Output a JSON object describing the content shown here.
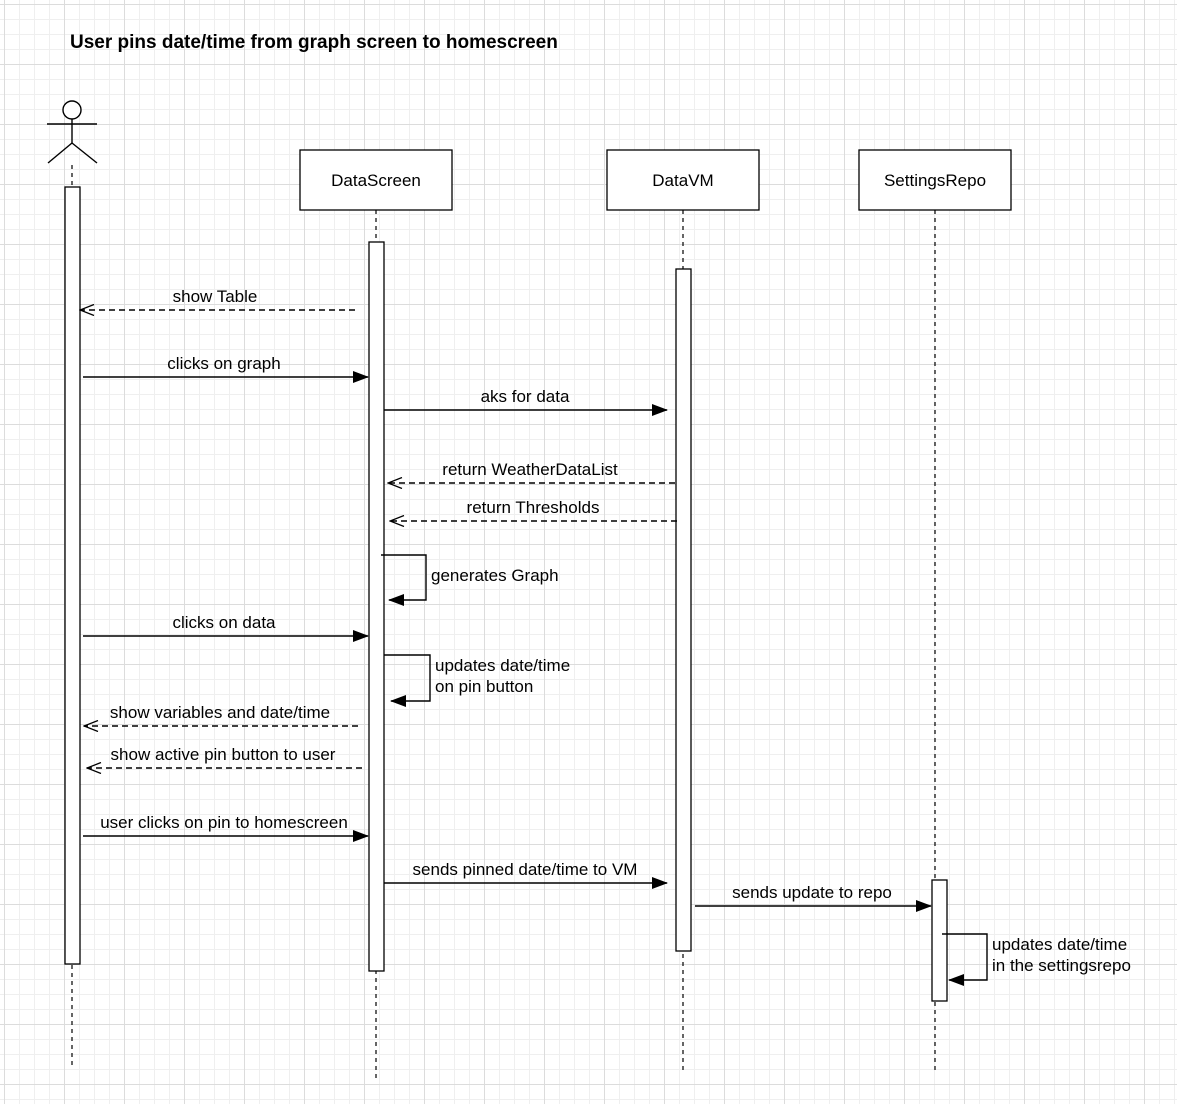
{
  "title": "User pins date/time from graph screen to homescreen",
  "participants": [
    {
      "id": "user",
      "kind": "actor",
      "label": ""
    },
    {
      "id": "datascreen",
      "kind": "object",
      "label": "DataScreen"
    },
    {
      "id": "datavm",
      "kind": "object",
      "label": "DataVM"
    },
    {
      "id": "settingsrepo",
      "kind": "object",
      "label": "SettingsRepo"
    }
  ],
  "messages": [
    {
      "from": "datascreen",
      "to": "user",
      "type": "return",
      "label": "show Table"
    },
    {
      "from": "user",
      "to": "datascreen",
      "type": "sync",
      "label": "clicks on graph"
    },
    {
      "from": "datascreen",
      "to": "datavm",
      "type": "sync",
      "label": "aks for data"
    },
    {
      "from": "datavm",
      "to": "datascreen",
      "type": "return",
      "label": "return WeatherDataList"
    },
    {
      "from": "datavm",
      "to": "datascreen",
      "type": "return",
      "label": "return Thresholds"
    },
    {
      "from": "datascreen",
      "to": "datascreen",
      "type": "self",
      "label": [
        "generates Graph"
      ]
    },
    {
      "from": "user",
      "to": "datascreen",
      "type": "sync",
      "label": "clicks on data"
    },
    {
      "from": "datascreen",
      "to": "datascreen",
      "type": "self",
      "label": [
        "updates date/time",
        "on pin button"
      ]
    },
    {
      "from": "datascreen",
      "to": "user",
      "type": "return",
      "label": "show variables  and date/time"
    },
    {
      "from": "datascreen",
      "to": "user",
      "type": "return",
      "label": "show active pin button to user"
    },
    {
      "from": "user",
      "to": "datascreen",
      "type": "sync",
      "label": "user clicks on pin to homescreen"
    },
    {
      "from": "datascreen",
      "to": "datavm",
      "type": "sync",
      "label": "sends pinned date/time to VM"
    },
    {
      "from": "datavm",
      "to": "settingsrepo",
      "type": "sync",
      "label": "sends update to repo"
    },
    {
      "from": "settingsrepo",
      "to": "settingsrepo",
      "type": "self",
      "label": [
        "updates date/time",
        "in the settingsrepo"
      ]
    }
  ]
}
